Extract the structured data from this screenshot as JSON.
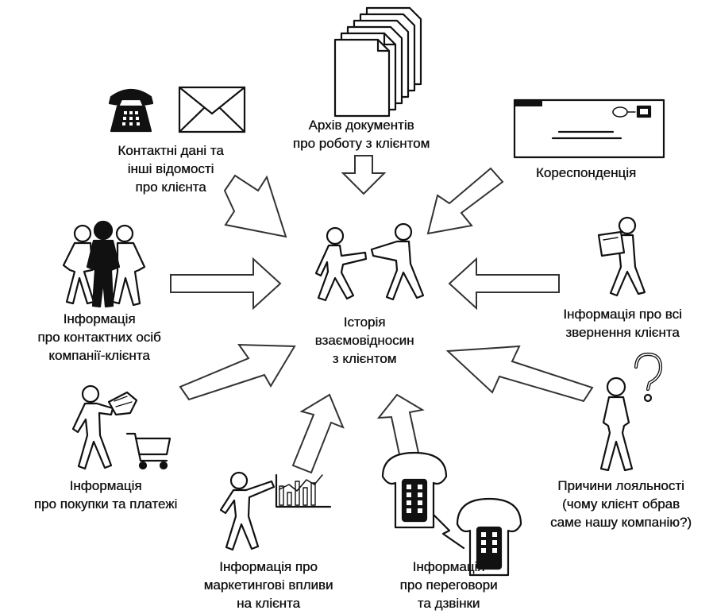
{
  "diagram": {
    "center": [
      "Історія",
      "взаємовідносин",
      "з клієнтом"
    ],
    "nodes": {
      "archive": [
        "Архів документів",
        "про роботу з клієнтом"
      ],
      "contacts": [
        "Контактні дані та",
        "інші відомості",
        "про клієнта"
      ],
      "correspondence": [
        "Кореспонденція"
      ],
      "contact_persons": [
        "Інформація",
        "про контактних  осіб",
        "компанії-клієнта"
      ],
      "appeals": [
        "Інформація про всі",
        "звернення клієнта"
      ],
      "purchases": [
        "Інформація",
        "про покупки та платежі"
      ],
      "loyalty": [
        "Причини лояльності",
        "(чому клієнт обрав",
        "саме нашу компанію?)"
      ],
      "marketing": [
        "Інформація про",
        "маркетингові впливи",
        "на клієнта"
      ],
      "negotiations": [
        "Інформація",
        "про переговори",
        "та дзвінки"
      ]
    },
    "icons": {
      "archive": "document-stack-icon",
      "contacts": [
        "telephone-icon",
        "envelope-icon"
      ],
      "correspondence": "mail-envelope-icon",
      "center": "handshake-people-icon",
      "contact_persons": "group-people-icon",
      "appeals": "person-with-document-icon",
      "purchases": "person-shopping-icon",
      "loyalty": "person-question-icon",
      "marketing": "person-presenting-chart-icon",
      "negotiations": "phone-call-icon"
    }
  }
}
